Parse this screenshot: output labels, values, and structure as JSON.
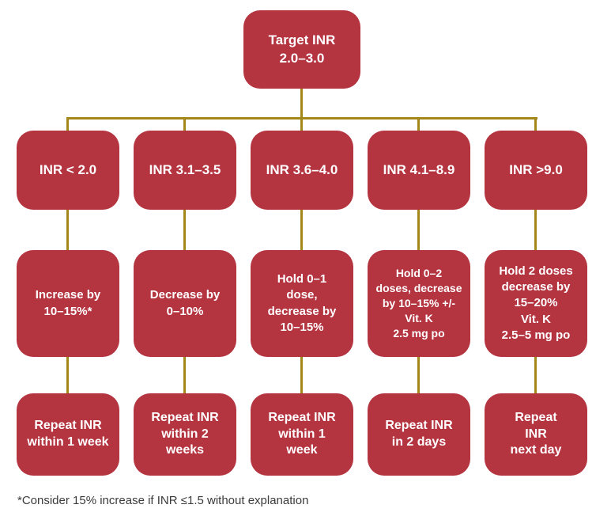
{
  "root": {
    "label": "Target INR\n2.0–3.0"
  },
  "columns": [
    {
      "category": "INR < 2.0",
      "action": "Increase by\n10–15%*",
      "followup": "Repeat INR\nwithin 1 week"
    },
    {
      "category": "INR 3.1–3.5",
      "action": "Decrease by\n0–10%",
      "followup": "Repeat INR\nwithin 2\nweeks"
    },
    {
      "category": "INR 3.6–4.0",
      "action": "Hold 0–1\ndose,\ndecrease by\n10–15%",
      "followup": "Repeat INR\nwithin 1\nweek"
    },
    {
      "category": "INR 4.1–8.9",
      "action": "Hold 0–2\ndoses, decrease\nby 10–15% +/-\nVit. K\n2.5 mg po",
      "followup": "Repeat INR\nin 2 days"
    },
    {
      "category": "INR >9.0",
      "action": "Hold 2 doses\ndecrease by\n15–20%\nVit. K\n2.5–5 mg po",
      "followup": "Repeat\nINR\nnext day"
    }
  ],
  "footnote": "*Consider 15% increase if INR ≤1.5 without explanation",
  "colors": {
    "box": "#b43440",
    "line": "#a3871a",
    "box_text": "#ffffff",
    "footnote_text": "#3b3b3b",
    "background": "#ffffff"
  }
}
